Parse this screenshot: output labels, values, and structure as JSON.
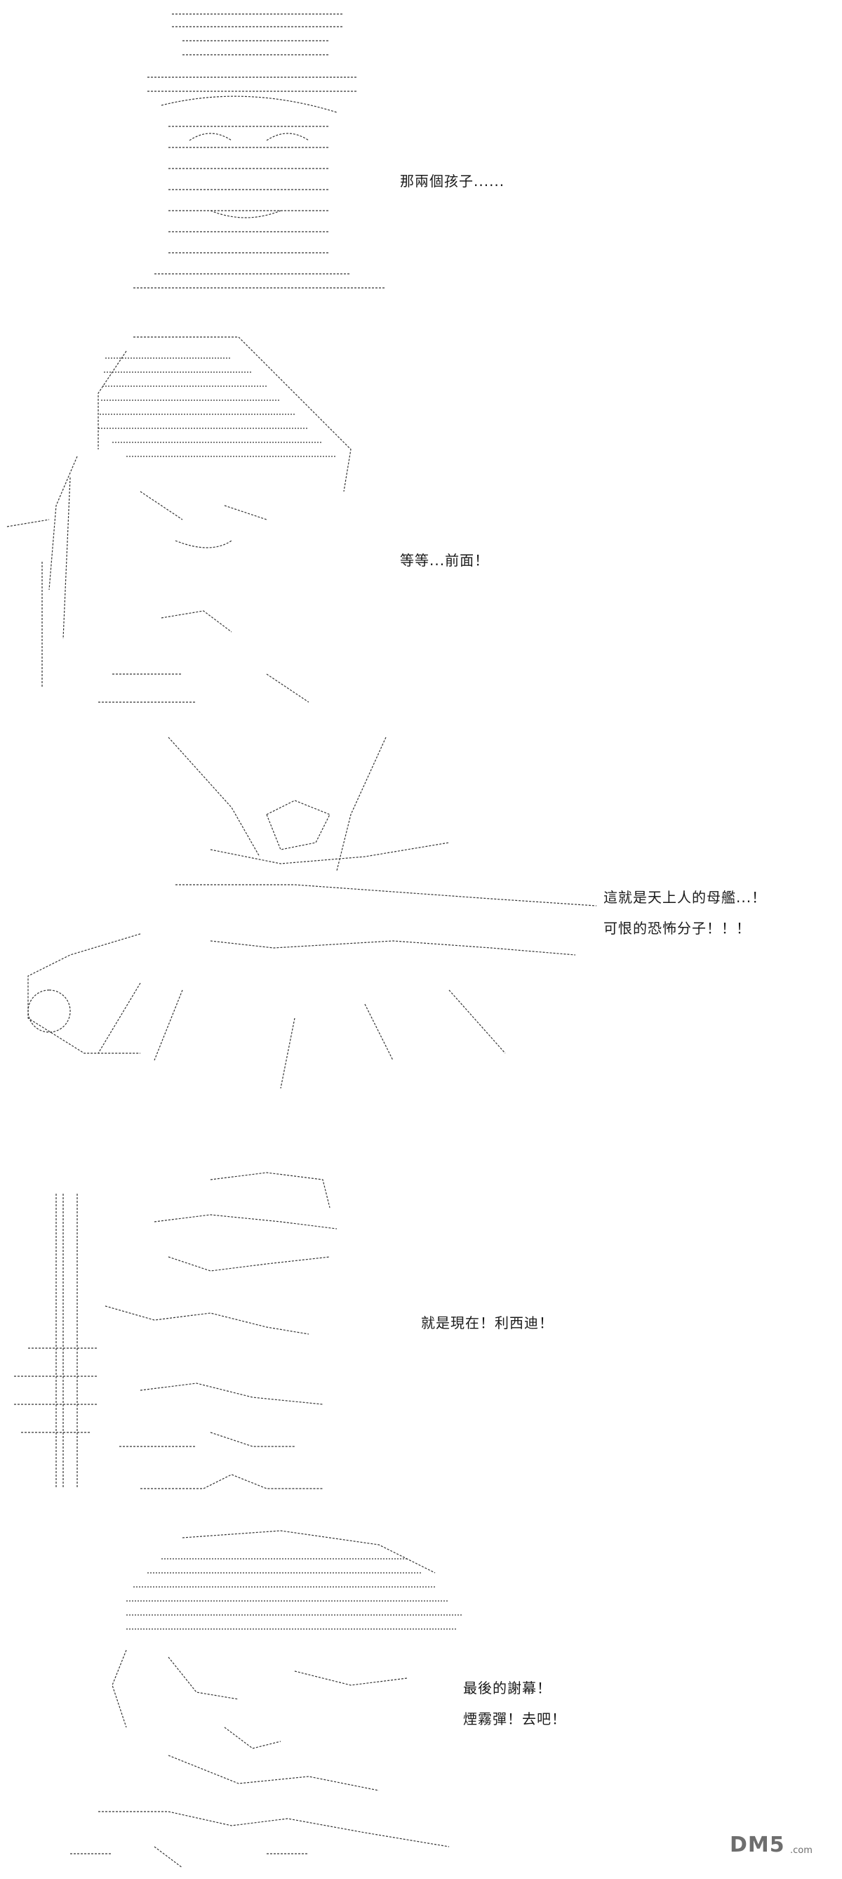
{
  "panels": [
    {
      "lines": [
        "那兩個孩子......"
      ]
    },
    {
      "lines": [
        "等等...前面！"
      ]
    },
    {
      "lines": [
        "這就是天上人的母艦...！",
        "可恨的恐怖分子！！！"
      ]
    },
    {
      "lines": [
        "就是現在！利西迪！"
      ]
    },
    {
      "lines": [
        "最後的謝幕！",
        "煙霧彈！去吧！"
      ]
    }
  ],
  "watermark": {
    "brand": "DM5",
    "suffix": ".com"
  },
  "colors": {
    "ink": "#1a1a1a",
    "background": "#ffffff",
    "watermark": "#6e6e6e"
  }
}
